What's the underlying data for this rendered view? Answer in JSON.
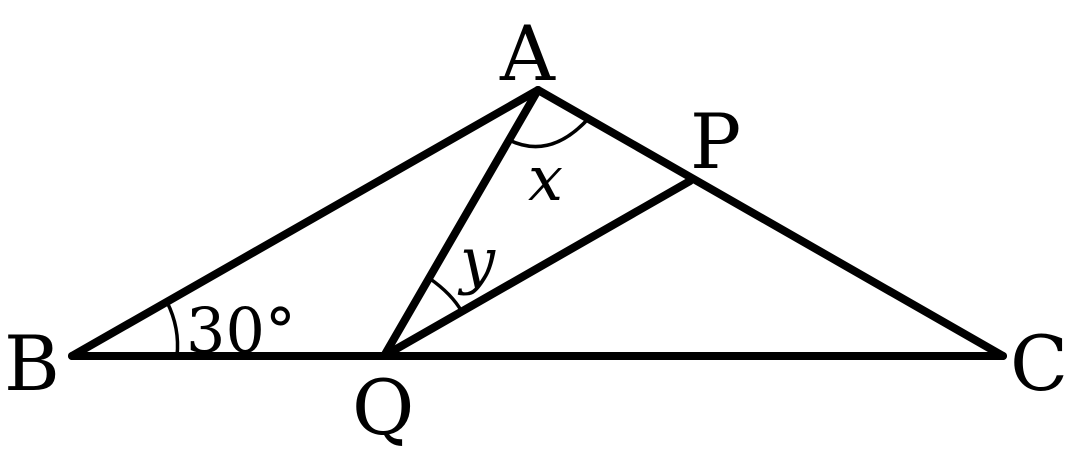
{
  "diagram": {
    "points": {
      "A": "A",
      "B": "B",
      "C": "C",
      "P": "P",
      "Q": "Q"
    },
    "angle_labels": {
      "x": "x",
      "y": "y",
      "angle_B": "30°"
    },
    "segments": [
      "AB",
      "AC",
      "BC",
      "AQ",
      "QP"
    ],
    "stroke_color": "#000000"
  }
}
